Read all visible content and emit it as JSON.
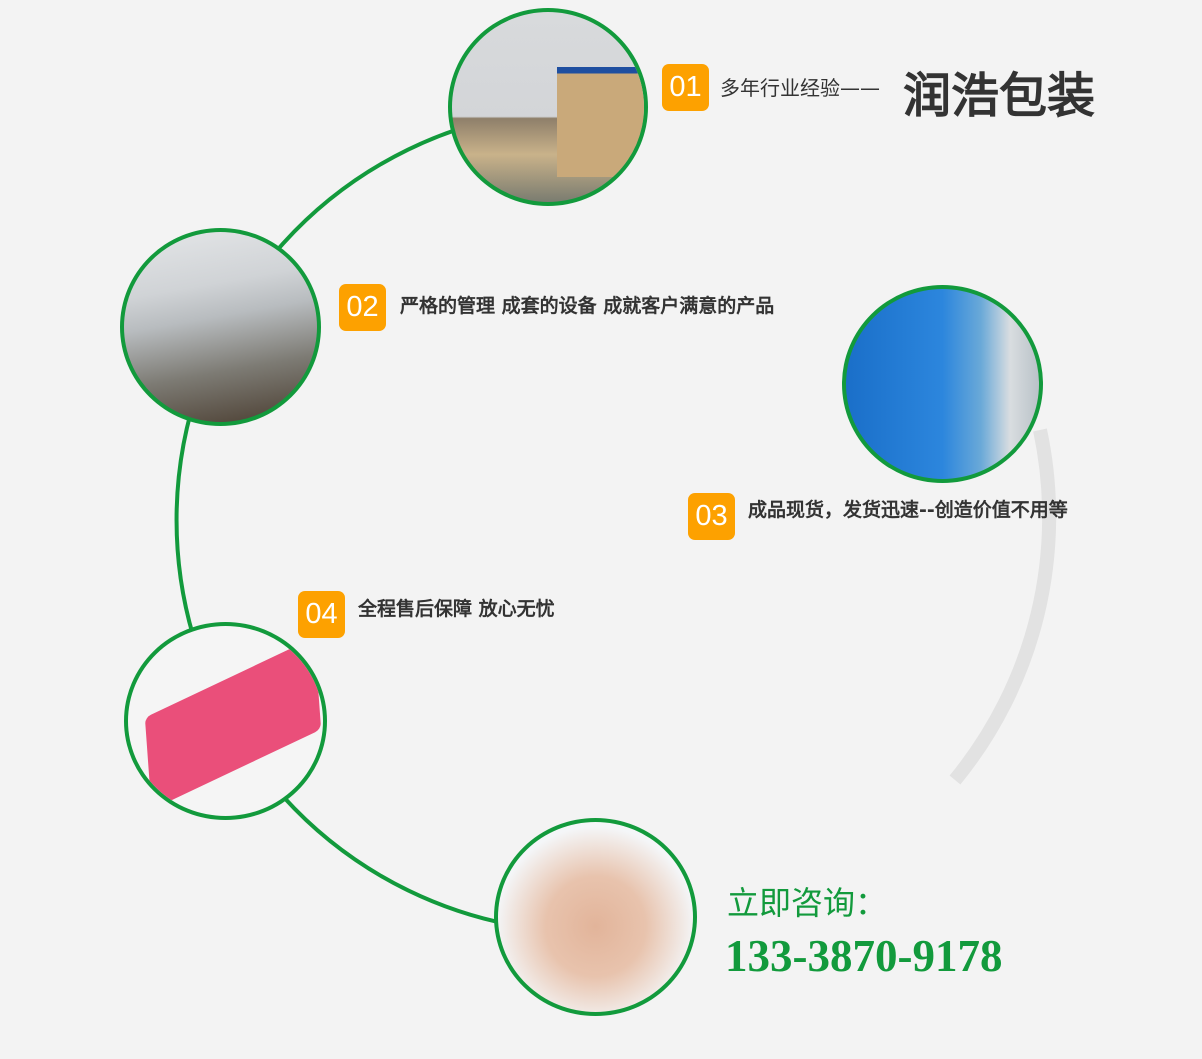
{
  "items": [
    {
      "number": "01",
      "text": "多年行业经验——",
      "brand": "润浩包装"
    },
    {
      "number": "02",
      "text": "严格的管理 成套的设备 成就客户满意的产品"
    },
    {
      "number": "03",
      "text": "成品现货，发货迅速--创造价值不用等"
    },
    {
      "number": "04",
      "text": "全程售后保障 放心无忧"
    }
  ],
  "contact": {
    "label": "立即咨询：",
    "phone": "133-3870-9178"
  },
  "colors": {
    "green": "#129a3c",
    "badge": "#fda100"
  }
}
